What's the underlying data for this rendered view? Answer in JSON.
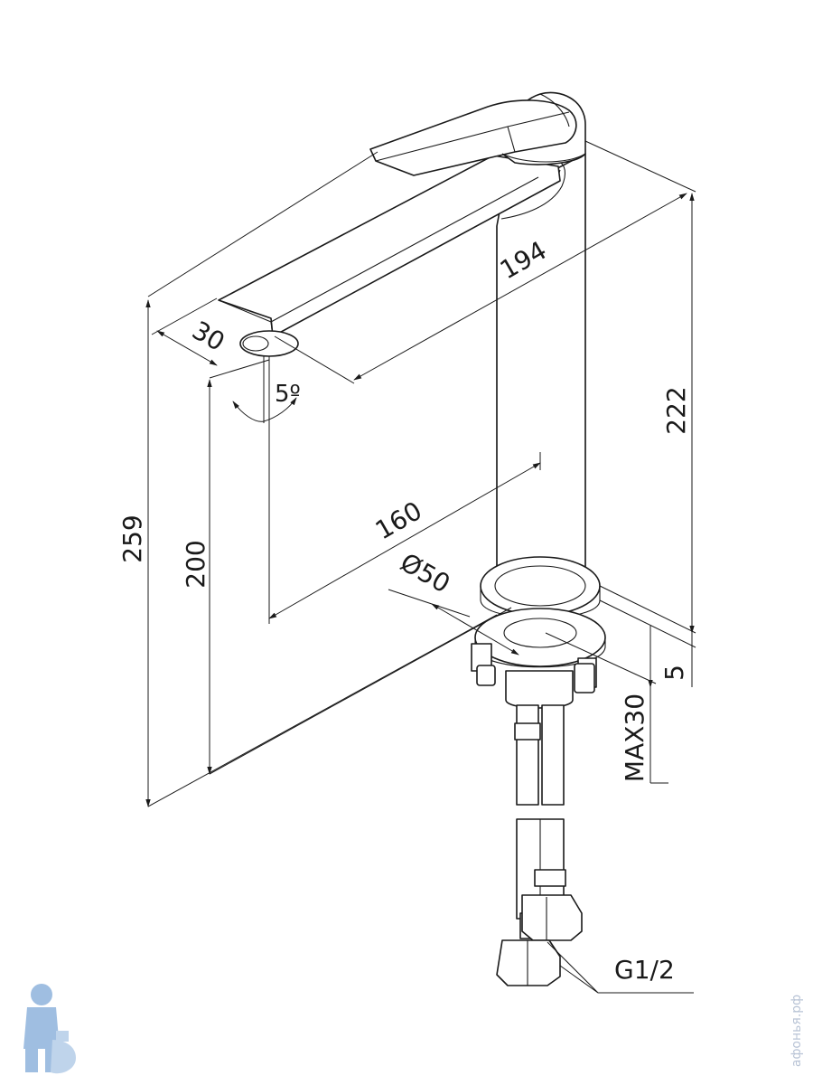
{
  "dimensions": {
    "overall_height": "259",
    "spout_height": "200",
    "body_height": "222",
    "spout_reach": "194",
    "spout_length": "160",
    "spout_width": "30",
    "spout_angle": "5º",
    "base_diameter": "Ø50",
    "base_thickness": "5",
    "max_counter_thickness": "MAX30",
    "connection_thread": "G1/2"
  },
  "watermark": {
    "site_text": "афонья.рф"
  },
  "colors": {
    "line": "#1a1a1a",
    "mascot": "#8fb3dc"
  }
}
